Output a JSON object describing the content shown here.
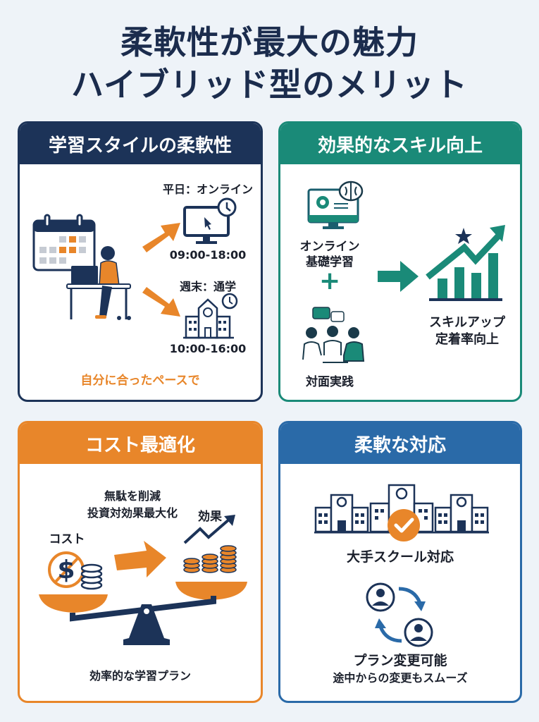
{
  "title": {
    "line1": "柔軟性が最大の魅力",
    "line2": "ハイブリッド型のメリット"
  },
  "colors": {
    "navy": "#1c3358",
    "teal": "#1a8a78",
    "orange": "#e8862a",
    "blue": "#2a6aa8",
    "background": "#eef3f8"
  },
  "cards": {
    "learning_style": {
      "header": "学習スタイルの柔軟性",
      "weekday_label": "平日：オンライン",
      "weekday_time": "09:00-18:00",
      "weekend_label": "週末：通学",
      "weekend_time": "10:00-16:00",
      "footer": "自分に合ったペースで",
      "icons": [
        "calendar-icon",
        "person-at-laptop-icon",
        "monitor-clock-icon",
        "school-building-clock-icon"
      ]
    },
    "skill_up": {
      "header": "効果的なスキル向上",
      "online_label_1": "オンライン",
      "online_label_2": "基礎学習",
      "plus": "+",
      "offline_label": "対面実践",
      "result_line1": "スキルアップ",
      "result_line2": "定着率向上",
      "icons": [
        "monitor-gear-brain-icon",
        "people-meeting-icon",
        "growth-chart-star-icon"
      ]
    },
    "cost": {
      "header": "コスト最適化",
      "caption_line1": "無駄を削減",
      "caption_line2": "投資対効果最大化",
      "cost_label": "コスト",
      "effect_label": "効果",
      "footer": "効率的な学習プラン",
      "icons": [
        "no-dollar-icon",
        "coins-growth-icon",
        "balance-scale-icon"
      ]
    },
    "flexible": {
      "header": "柔軟な対応",
      "schools_label": "大手スクール対応",
      "plan_label": "プラン変更可能",
      "plan_sub": "途中からの変更もスムーズ",
      "icons": [
        "school-buildings-icon",
        "check-badge-icon",
        "user-swap-icon"
      ]
    }
  }
}
